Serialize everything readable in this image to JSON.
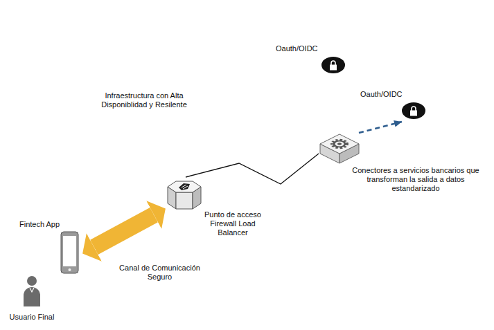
{
  "diagram": {
    "nodes": [
      {
        "text": [
          "Oauth/OIDC"
        ]
      },
      {
        "text": [
          "Oauth/OIDC"
        ]
      },
      {
        "text": [
          "Infraestructura con Alta Disponiblidad y Resilente"
        ]
      },
      {
        "text": [
          "Conectores a servicios bancarios que transforman la salida a datos estandarizado"
        ],
        "in": 2
      },
      {
        "text": [
          "Punto de acceso Firewall Load Balancer"
        ],
        "in": 2
      },
      {
        "text": [
          "Fintech App"
        ]
      },
      {
        "text": [
          "Usuario Final"
        ]
      }
    ],
    "edges": [
      {
        "from": 4,
        "to": 3,
        "arrow": "none"
      },
      {
        "from": 3,
        "to": 1,
        "arrow": "to"
      },
      {
        "from": 5,
        "to": 4,
        "label": "Canal de Comunicación Seguro",
        "arrow": "both"
      }
    ]
  }
}
